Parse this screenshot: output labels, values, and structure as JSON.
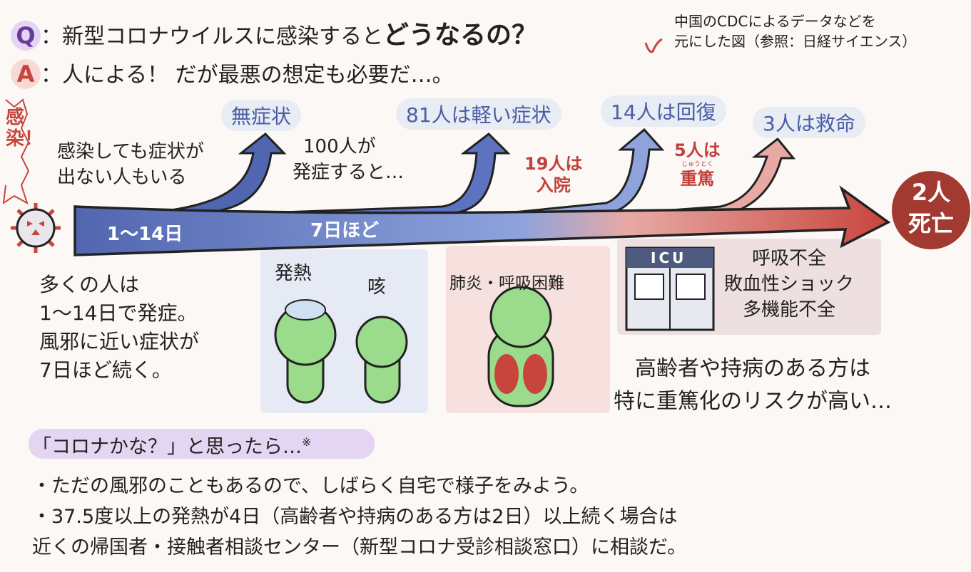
{
  "header": {
    "q_badge": "Q",
    "q_text": "：新型コロナウイルスに感染すると",
    "q_emph": "どうなるの？",
    "a_badge": "A",
    "a_text": "：人による！ だが最悪の想定も必要だ…。",
    "source_note_line1": "中国のCDCによるデータなどを",
    "source_note_line2": "元にした図（参照：日経サイエンス）"
  },
  "timeline": {
    "infection_label": "感染！",
    "period1": "1〜14日",
    "period2": "7日ほど",
    "asymptomatic_note": [
      "感染しても症状が",
      "出ない人もいる"
    ],
    "onset_note": [
      "100人が",
      "発症すると…"
    ],
    "outcomes": {
      "asymptomatic": "無症状",
      "mild": "81人は軽い症状",
      "recovered": "14人は回復",
      "saved": "3人は救命",
      "hospitalized": [
        "19人は",
        "入院"
      ],
      "critical": [
        "5人は",
        "重篤"
      ],
      "critical_ruby": "じゅうとく",
      "death": [
        "2人",
        "死亡"
      ]
    }
  },
  "symptoms": {
    "fever": "発熱",
    "cough": "咳",
    "pneumonia": "肺炎・呼吸困難",
    "icu_sign": "ICU",
    "severe": [
      "呼吸不全",
      "敗血性ショック",
      "多機能不全"
    ]
  },
  "notes": {
    "onset_summary": [
      "多くの人は",
      "1〜14日で発症。",
      "風邪に近い症状が",
      "7日ほど続く。"
    ],
    "risk": [
      "高齢者や持病のある方は",
      "特に重篤化のリスクが高い…"
    ]
  },
  "advice": {
    "heading": "「コロナかな？」と思ったら…",
    "asterisk": "※",
    "bullets": [
      "・ただの風邪のこともあるので、しばらく自宅で様子をみよう。",
      "・37.5度以上の発熱が4日（高齢者や持病のある方は2日）以上続く場合は",
      "近くの帰国者・接触者相談センター（新型コロナ受診相談窓口）に相談だ。"
    ]
  },
  "colors": {
    "blue": "#5166b0",
    "lightblue": "#8ea3dc",
    "red": "#c8453d",
    "pink": "#e8a9a4",
    "deathcircle": "#a33a31"
  }
}
